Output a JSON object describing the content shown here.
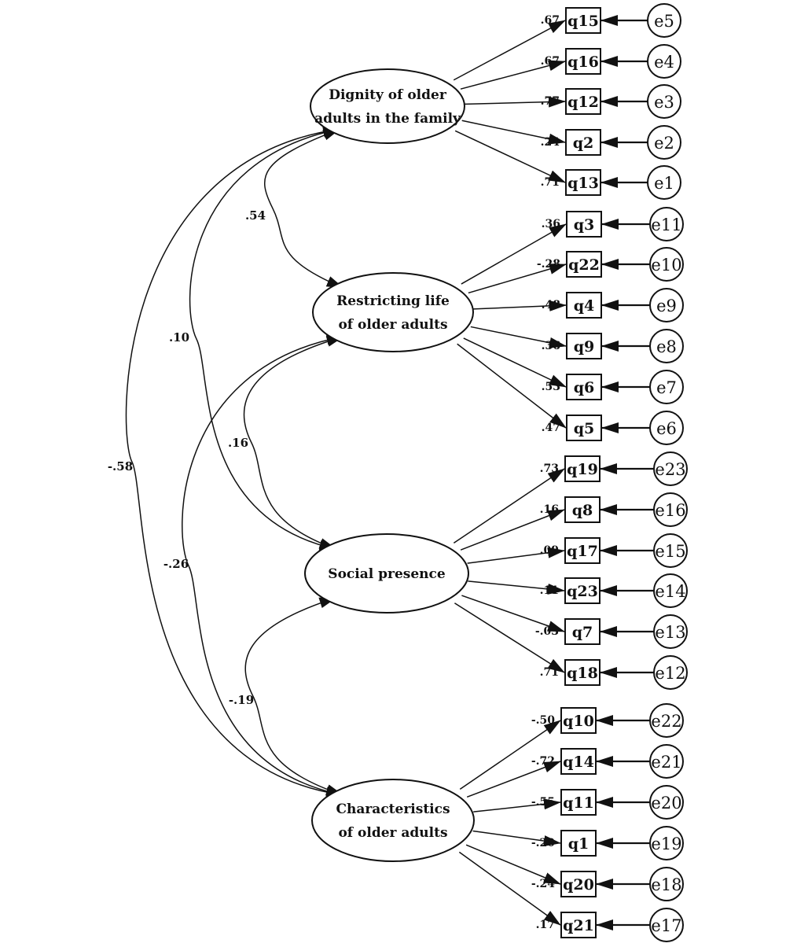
{
  "factors": [
    {
      "key": "f1",
      "lines": [
        "Dignity of older",
        "adults in the family"
      ]
    },
    {
      "key": "f2",
      "lines": [
        "Restricting life",
        "of older adults"
      ]
    },
    {
      "key": "f3",
      "lines": [
        "Social presence"
      ]
    },
    {
      "key": "f4",
      "lines": [
        "Characteristics",
        "of older adults"
      ]
    }
  ],
  "indicators": [
    {
      "factor": "f1",
      "item": "q15",
      "error": "e5",
      "loading": ".67"
    },
    {
      "factor": "f1",
      "item": "q16",
      "error": "e4",
      "loading": ".67"
    },
    {
      "factor": "f1",
      "item": "q12",
      "error": "e3",
      "loading": ".77"
    },
    {
      "factor": "f1",
      "item": "q2",
      "error": "e2",
      "loading": ".24"
    },
    {
      "factor": "f1",
      "item": "q13",
      "error": "e1",
      "loading": ".71"
    },
    {
      "factor": "f2",
      "item": "q3",
      "error": "e11",
      "loading": ".36"
    },
    {
      "factor": "f2",
      "item": "q22",
      "error": "e10",
      "loading": "-.28"
    },
    {
      "factor": "f2",
      "item": "q4",
      "error": "e9",
      "loading": ".48"
    },
    {
      "factor": "f2",
      "item": "q9",
      "error": "e8",
      "loading": ".36"
    },
    {
      "factor": "f2",
      "item": "q6",
      "error": "e7",
      "loading": ".53"
    },
    {
      "factor": "f2",
      "item": "q5",
      "error": "e6",
      "loading": ".47"
    },
    {
      "factor": "f3",
      "item": "q19",
      "error": "e23",
      "loading": ".73"
    },
    {
      "factor": "f3",
      "item": "q8",
      "error": "e16",
      "loading": ".16"
    },
    {
      "factor": "f3",
      "item": "q17",
      "error": "e15",
      "loading": ".09"
    },
    {
      "factor": "f3",
      "item": "q23",
      "error": "e14",
      "loading": ".11"
    },
    {
      "factor": "f3",
      "item": "q7",
      "error": "e13",
      "loading": "-.03"
    },
    {
      "factor": "f3",
      "item": "q18",
      "error": "e12",
      "loading": ".71"
    },
    {
      "factor": "f4",
      "item": "q10",
      "error": "e22",
      "loading": "-.50"
    },
    {
      "factor": "f4",
      "item": "q14",
      "error": "e21",
      "loading": "-.72"
    },
    {
      "factor": "f4",
      "item": "q11",
      "error": "e20",
      "loading": "-.55"
    },
    {
      "factor": "f4",
      "item": "q1",
      "error": "e19",
      "loading": "-.20"
    },
    {
      "factor": "f4",
      "item": "q20",
      "error": "e18",
      "loading": "-.24"
    },
    {
      "factor": "f4",
      "item": "q21",
      "error": "e17",
      "loading": ".17"
    }
  ],
  "correlations": [
    {
      "from": "f1",
      "to": "f2",
      "value": ".54"
    },
    {
      "from": "f1",
      "to": "f3",
      "value": ".10"
    },
    {
      "from": "f1",
      "to": "f4",
      "value": "-.58"
    },
    {
      "from": "f2",
      "to": "f3",
      "value": ".16"
    },
    {
      "from": "f2",
      "to": "f4",
      "value": "-.26"
    },
    {
      "from": "f3",
      "to": "f4",
      "value": "-.19"
    }
  ]
}
